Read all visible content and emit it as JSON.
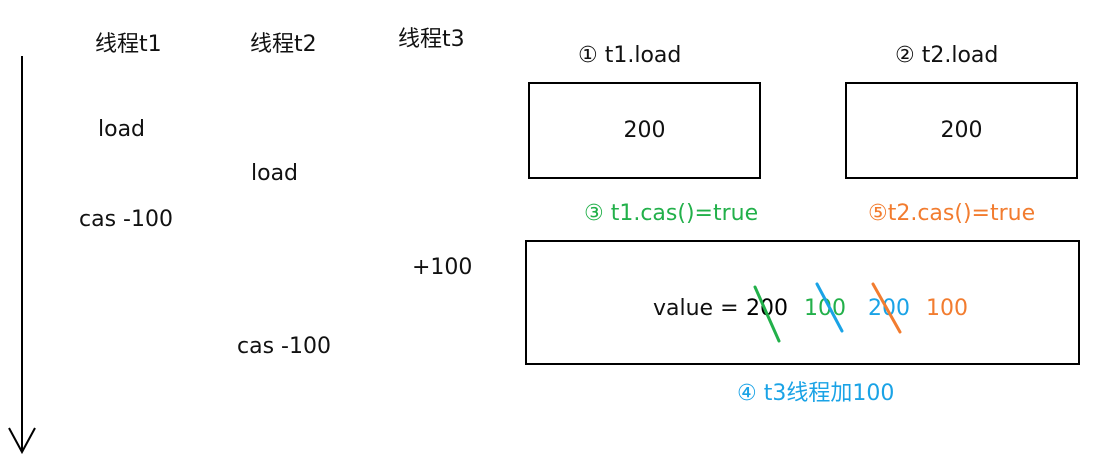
{
  "timeline": {
    "headers": [
      "线程t1",
      "线程t2",
      "线程t3"
    ],
    "t1_steps": [
      "load",
      "cas -100"
    ],
    "t2_steps": [
      "load",
      "cas -100"
    ],
    "t3_steps": [
      "+100"
    ]
  },
  "memory": {
    "label_1": "① t1.load",
    "label_2": "② t2.load",
    "box_1_value": "200",
    "box_2_value": "200",
    "cas_1": "③ t1.cas()=true",
    "cas_2": "⑤t2.cas()=true",
    "value_prefix": "value =",
    "value_history": [
      "200",
      "100",
      "200",
      "100"
    ],
    "t3_add": "④ t3线程加100"
  },
  "colors": {
    "green": "#22b04a",
    "blue": "#1aa3e6",
    "orange": "#f27c2f",
    "black": "#000000"
  }
}
